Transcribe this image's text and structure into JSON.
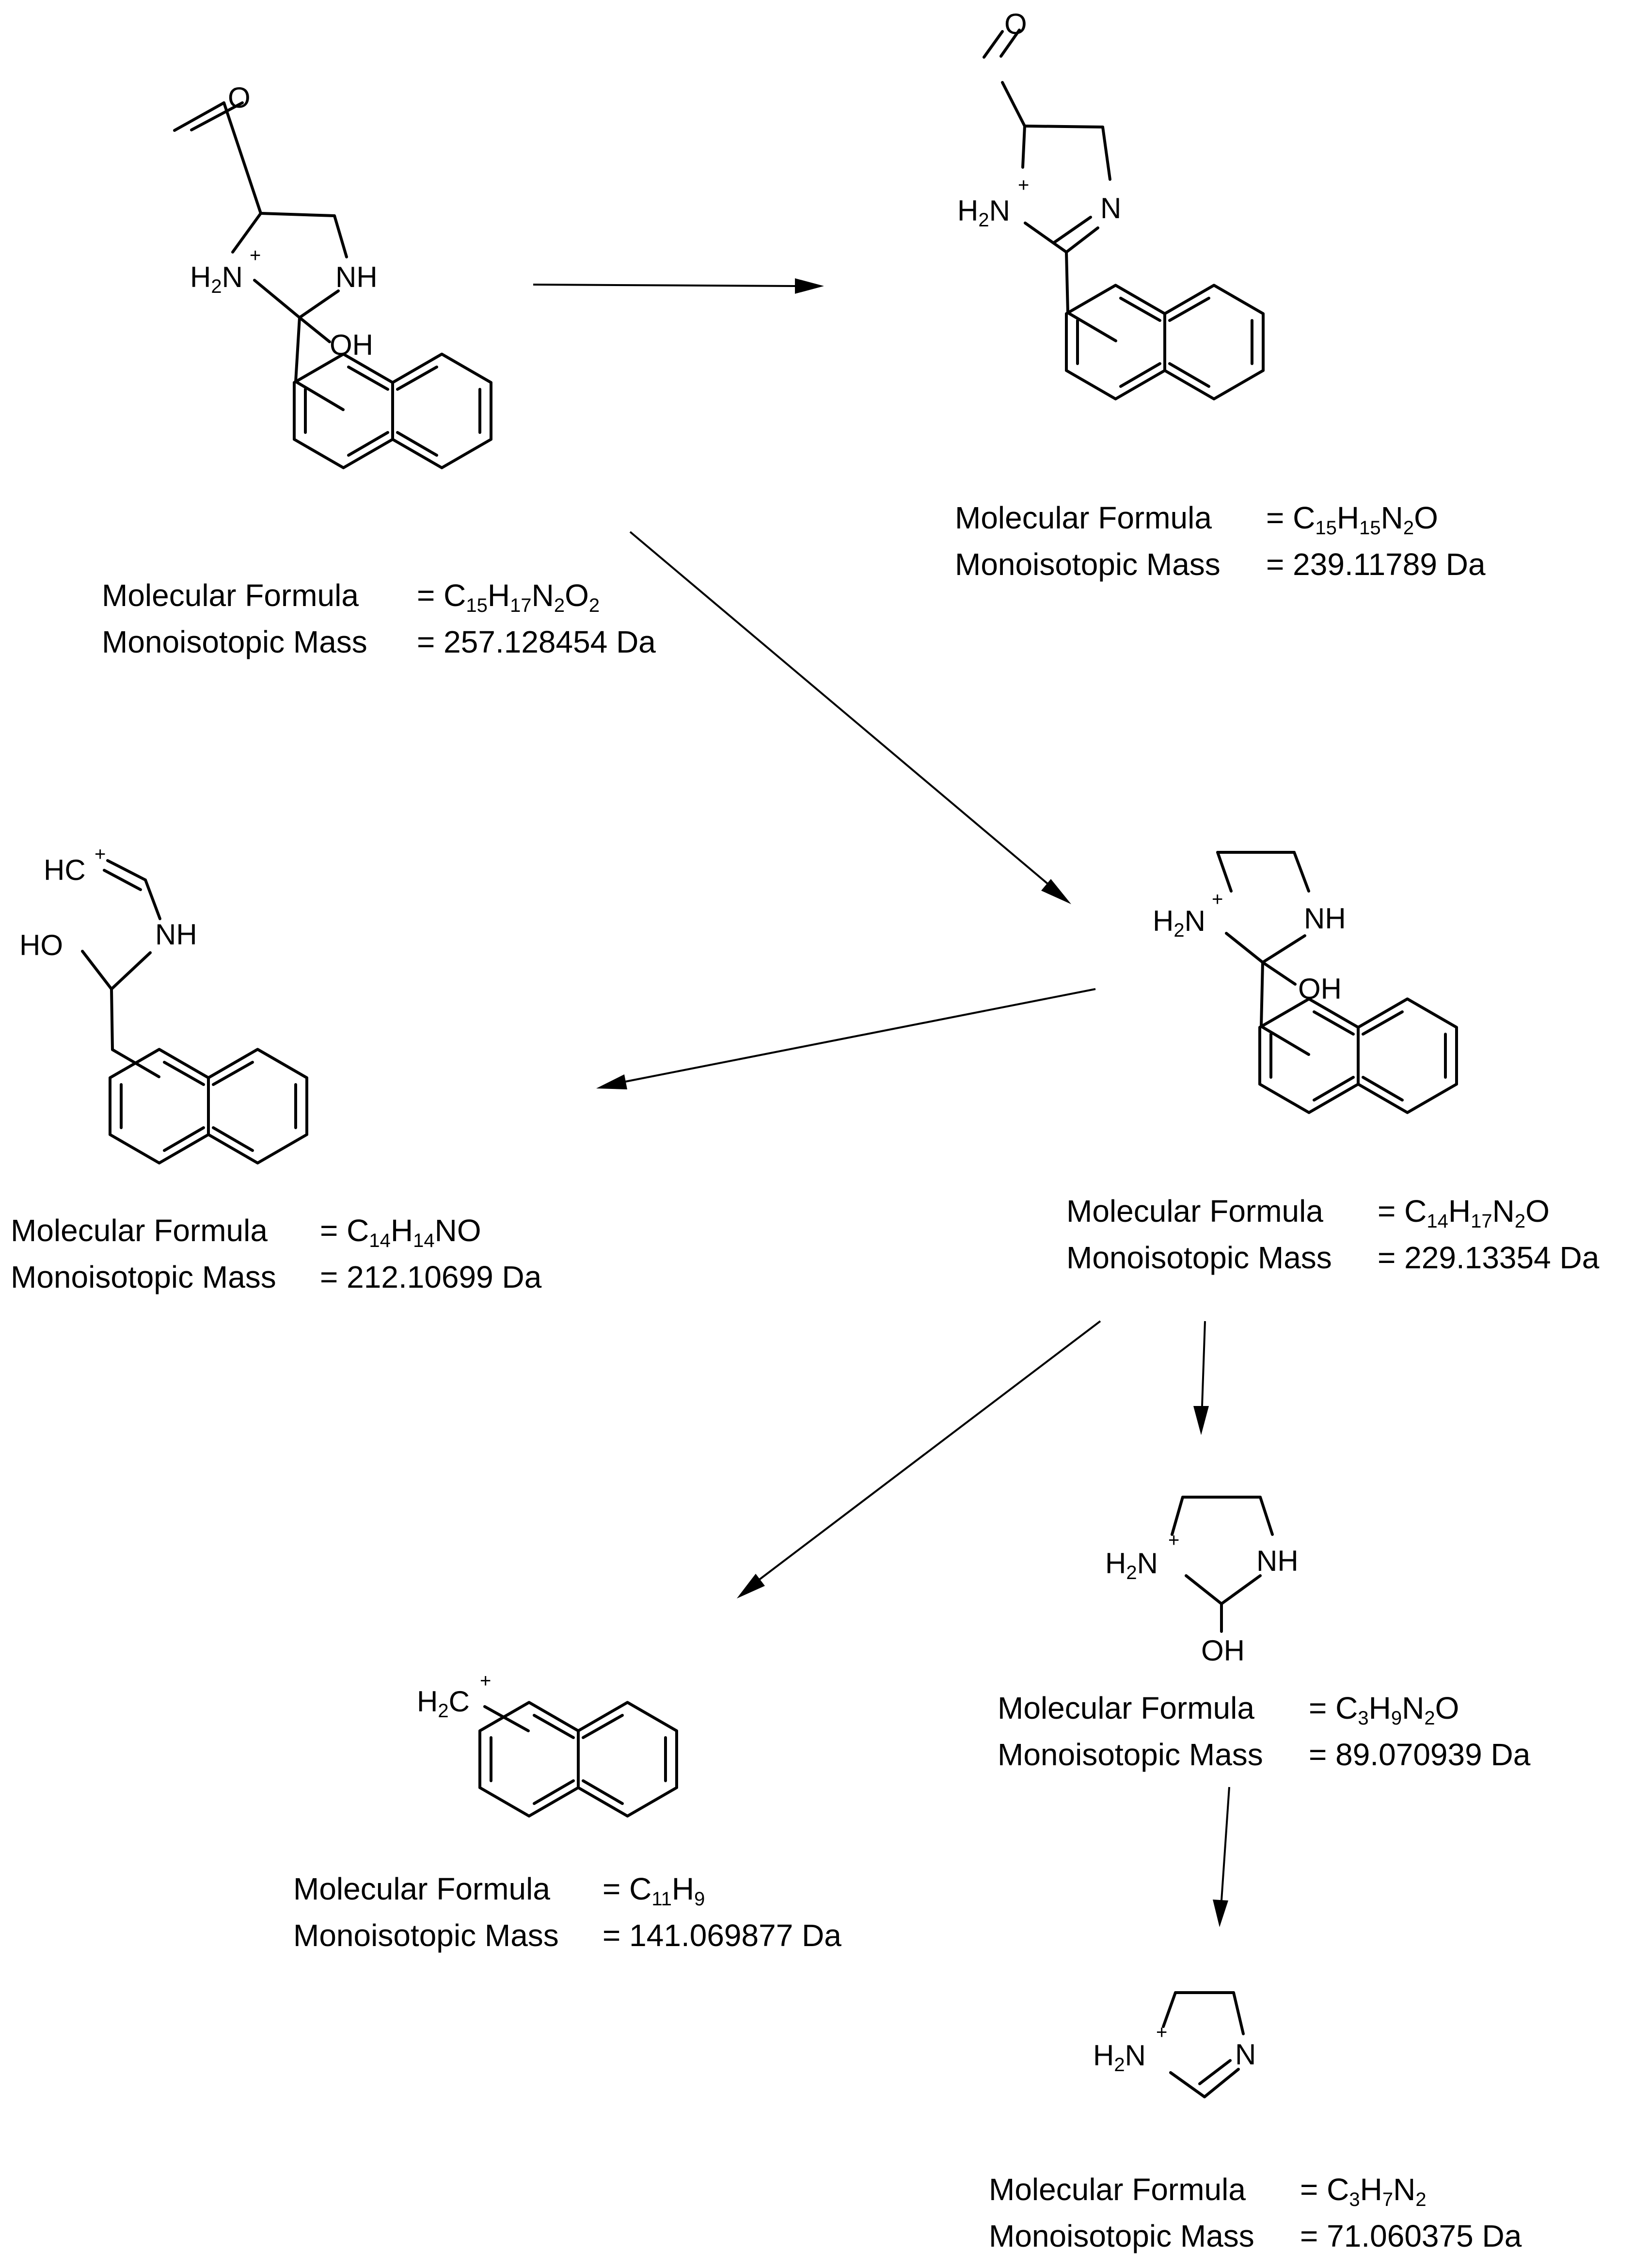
{
  "labels": {
    "formula_label": "Molecular Formula",
    "mass_label": "Monoisotopic Mass",
    "eq": "="
  },
  "compounds": [
    {
      "id": "c1",
      "formula": {
        "eq": "=",
        "parts": [
          [
            "C",
            "15"
          ],
          [
            "H",
            "17"
          ],
          [
            "N",
            "2"
          ],
          [
            "O",
            "2"
          ]
        ]
      },
      "mass": "= 257.128454 Da",
      "atoms": {
        "o": "O",
        "h2n": "H",
        "h2n_sub": "2",
        "h2n_n": "N",
        "plus": "+",
        "nh": "NH",
        "oh": "OH"
      }
    },
    {
      "id": "c2",
      "formula": {
        "eq": "=",
        "parts": [
          [
            "C",
            "15"
          ],
          [
            "H",
            "15"
          ],
          [
            "N",
            "2"
          ],
          [
            "O",
            ""
          ]
        ]
      },
      "mass": "= 239.11789 Da",
      "atoms": {
        "o": "O",
        "h2n": "H",
        "h2n_sub": "2",
        "h2n_n": "N",
        "plus": "+",
        "n": "N"
      }
    },
    {
      "id": "c3",
      "formula": {
        "eq": "=",
        "parts": [
          [
            "C",
            "14"
          ],
          [
            "H",
            "17"
          ],
          [
            "N",
            "2"
          ],
          [
            "O",
            ""
          ]
        ]
      },
      "mass": "= 229.13354 Da",
      "atoms": {
        "h2n": "H",
        "h2n_sub": "2",
        "h2n_n": "N",
        "plus": "+",
        "nh": "NH",
        "oh": "OH"
      }
    },
    {
      "id": "c4",
      "formula": {
        "eq": "=",
        "parts": [
          [
            "C",
            "14"
          ],
          [
            "H",
            "14"
          ],
          [
            "NO",
            ""
          ]
        ]
      },
      "mass": "= 212.10699 Da",
      "atoms": {
        "hc": "HC",
        "plus": "+",
        "ho": "HO",
        "nh": "NH"
      }
    },
    {
      "id": "c5",
      "formula": {
        "eq": "=",
        "parts": [
          [
            "C",
            "11"
          ],
          [
            "H",
            "9"
          ]
        ]
      },
      "mass": "= 141.069877 Da",
      "atoms": {
        "h2c": "H",
        "h2c_sub": "2",
        "h2c_c": "C",
        "plus": "+"
      }
    },
    {
      "id": "c6",
      "formula": {
        "eq": "=",
        "parts": [
          [
            "C",
            "3"
          ],
          [
            "H",
            "9"
          ],
          [
            "N",
            "2"
          ],
          [
            "O",
            ""
          ]
        ]
      },
      "mass": "= 89.070939 Da",
      "atoms": {
        "h2n": "H",
        "h2n_sub": "2",
        "h2n_n": "N",
        "plus": "+",
        "nh": "NH",
        "oh": "OH"
      }
    },
    {
      "id": "c7",
      "formula": {
        "eq": "=",
        "parts": [
          [
            "C",
            "3"
          ],
          [
            "H",
            "7"
          ],
          [
            "N",
            "2"
          ]
        ]
      },
      "mass": "= 71.060375 Da",
      "atoms": {
        "h2n": "H",
        "h2n_sub": "2",
        "h2n_n": "N",
        "plus": "+",
        "n": "N"
      }
    }
  ]
}
